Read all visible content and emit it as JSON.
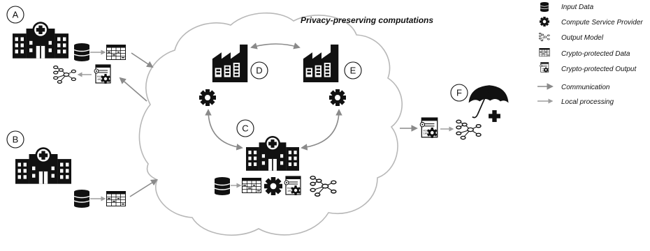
{
  "title": "Privacy-preserving computations",
  "nodes": {
    "a": "A",
    "b": "B",
    "c": "C",
    "d": "D",
    "e": "E",
    "f": "F"
  },
  "legend": {
    "input_data": "Input Data",
    "compute_service_provider": "Compute Service Provider",
    "output_model": "Output Model",
    "crypto_protected_data": "Crypto-protected Data",
    "crypto_protected_output": "Crypto-protected Output",
    "communication": "Communication",
    "local_processing": "Local processing"
  },
  "colors": {
    "icon": "#111111",
    "communication_arrow": "#8a8a8a",
    "local_arrow": "#9e9e9e",
    "cloud_stroke": "#b8b8b8"
  }
}
